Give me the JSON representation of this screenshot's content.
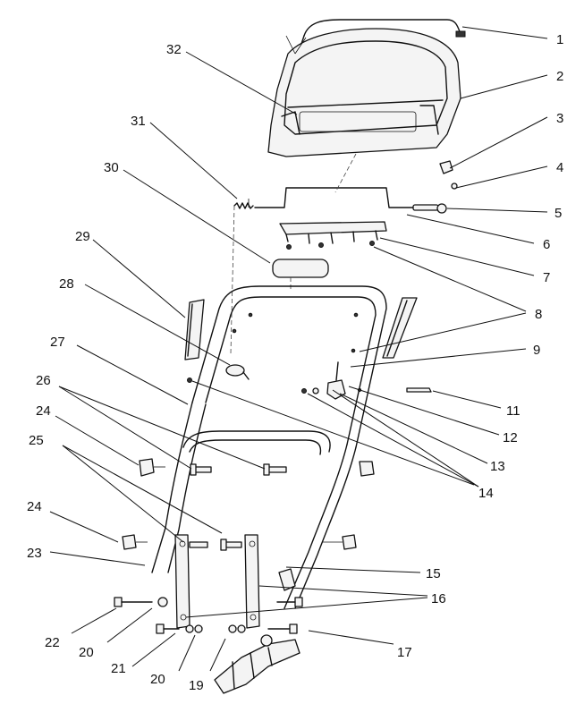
{
  "diagram": {
    "callouts": [
      "1",
      "2",
      "3",
      "4",
      "5",
      "6",
      "7",
      "8",
      "9",
      "11",
      "12",
      "13",
      "14",
      "15",
      "16",
      "17",
      "19",
      "20",
      "21",
      "22",
      "23",
      "24",
      "25",
      "26",
      "27",
      "28",
      "29",
      "30",
      "31",
      "32"
    ]
  }
}
